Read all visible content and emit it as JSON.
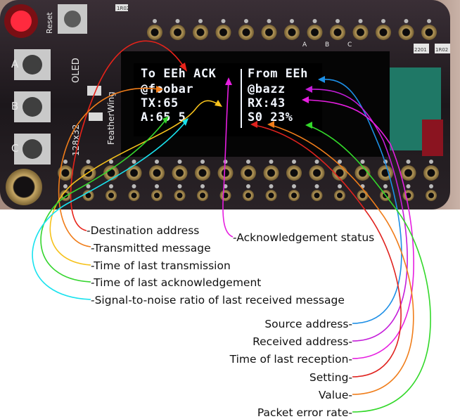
{
  "board": {
    "reset_label": "Reset",
    "button_labels": [
      "A",
      "B",
      "C"
    ],
    "oled_label": "OLED",
    "size_label": "128x32",
    "brand_label": "FeatherWing",
    "pin_labels": [
      "A",
      "B",
      "C"
    ],
    "part_labels": [
      "1R02",
      "2201",
      "1R02"
    ]
  },
  "oled": {
    "line1_left": "To EEh ACK",
    "line1_right": "From EEh",
    "line2_left": "@foobar",
    "line2_right": "@bazz",
    "line3_left": "TX:65",
    "line3_right": "RX:43",
    "line4_left": "A:65 5",
    "line4_right": "S0 23%"
  },
  "callouts_left": [
    {
      "id": "dest",
      "text": "-Destination address",
      "color": "#e8231a"
    },
    {
      "id": "txmsg",
      "text": "-Transmitted message",
      "color": "#f07d1a"
    },
    {
      "id": "txtime",
      "text": "-Time of last transmission",
      "color": "#f6c21c"
    },
    {
      "id": "acktime",
      "text": "-Time of last acknowledgement",
      "color": "#35d52e"
    },
    {
      "id": "snr",
      "text": "-Signal-to-noise ratio of last received message",
      "color": "#19e2ee"
    }
  ],
  "callout_ack": {
    "id": "ack",
    "text": "-Acknowledgement status",
    "color": "#e61ee0"
  },
  "callouts_right": [
    {
      "id": "src",
      "text": "Source address-",
      "color": "#1d8fe6"
    },
    {
      "id": "rxaddr",
      "text": "Received address-",
      "color": "#c41dd9"
    },
    {
      "id": "rxtime",
      "text": "Time of last reception-",
      "color": "#e61ee0"
    },
    {
      "id": "setting",
      "text": "Setting-",
      "color": "#e0231f"
    },
    {
      "id": "value",
      "text": "Value-",
      "color": "#f07d1a"
    },
    {
      "id": "per",
      "text": "Packet error rate-",
      "color": "#33d82a"
    }
  ]
}
